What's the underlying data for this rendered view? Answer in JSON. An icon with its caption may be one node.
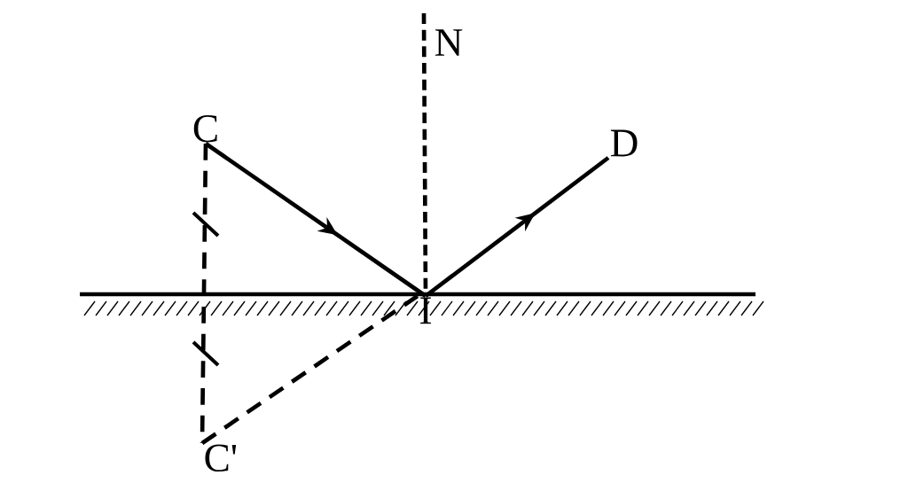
{
  "diagram": {
    "nodes": [
      {
        "text": [
          "C"
        ]
      },
      {
        "text": [
          "D"
        ]
      },
      {
        "text": [
          "I"
        ]
      },
      {
        "text": [
          "C'"
        ]
      },
      {
        "text": [
          "N"
        ]
      }
    ],
    "edges": [
      {
        "from": 0,
        "to": 2,
        "arrow": "to"
      },
      {
        "from": 2,
        "to": 1,
        "arrow": "to"
      },
      {
        "from": 0,
        "to": 3,
        "arrow": "none",
        "style": "dashed"
      },
      {
        "from": 3,
        "to": 2,
        "arrow": "none",
        "style": "dashed"
      },
      {
        "from": 4,
        "to": 2,
        "arrow": "none",
        "style": "dashed"
      }
    ]
  }
}
